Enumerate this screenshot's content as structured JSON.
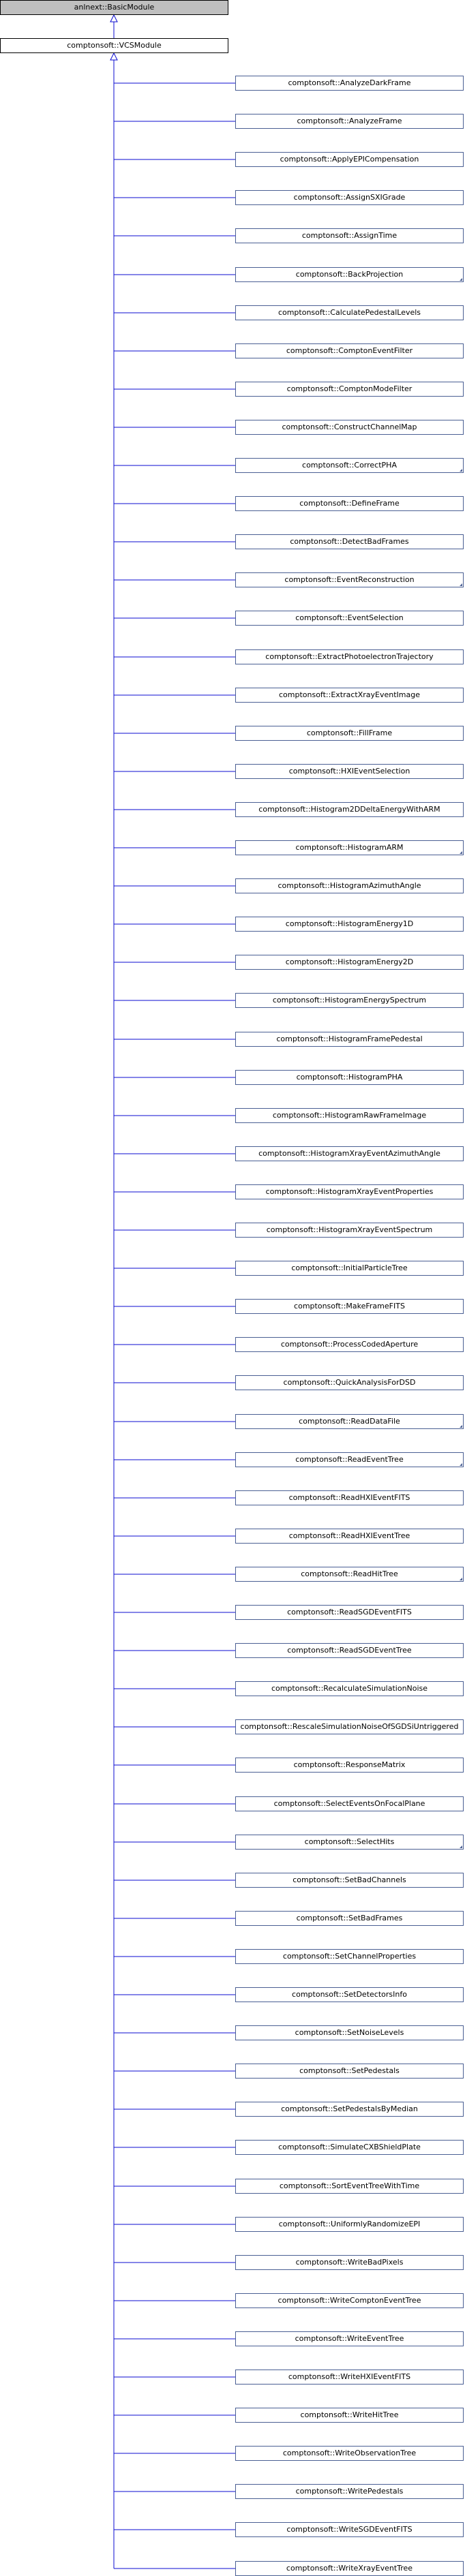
{
  "base_class": "anlnext::BasicModule",
  "class_name": "comptonsoft::VCSModule",
  "colors": {
    "edge": "#0b0bd0",
    "node_border": "#4a5f93",
    "base_fill": "#bfbfbf"
  },
  "children": [
    {
      "label": "comptonsoft::AnalyzeDarkFrame"
    },
    {
      "label": "comptonsoft::AnalyzeFrame"
    },
    {
      "label": "comptonsoft::ApplyEPICompensation"
    },
    {
      "label": "comptonsoft::AssignSXIGrade"
    },
    {
      "label": "comptonsoft::AssignTime"
    },
    {
      "label": "comptonsoft::BackProjection",
      "has_children": true
    },
    {
      "label": "comptonsoft::CalculatePedestalLevels"
    },
    {
      "label": "comptonsoft::ComptonEventFilter"
    },
    {
      "label": "comptonsoft::ComptonModeFilter"
    },
    {
      "label": "comptonsoft::ConstructChannelMap"
    },
    {
      "label": "comptonsoft::CorrectPHA",
      "has_children": true
    },
    {
      "label": "comptonsoft::DefineFrame"
    },
    {
      "label": "comptonsoft::DetectBadFrames"
    },
    {
      "label": "comptonsoft::EventReconstruction",
      "has_children": true
    },
    {
      "label": "comptonsoft::EventSelection"
    },
    {
      "label": "comptonsoft::ExtractPhotoelectronTrajectory"
    },
    {
      "label": "comptonsoft::ExtractXrayEventImage"
    },
    {
      "label": "comptonsoft::FillFrame"
    },
    {
      "label": "comptonsoft::HXIEventSelection"
    },
    {
      "label": "comptonsoft::Histogram2DDeltaEnergyWithARM"
    },
    {
      "label": "comptonsoft::HistogramARM",
      "has_children": true
    },
    {
      "label": "comptonsoft::HistogramAzimuthAngle"
    },
    {
      "label": "comptonsoft::HistogramEnergy1D"
    },
    {
      "label": "comptonsoft::HistogramEnergy2D"
    },
    {
      "label": "comptonsoft::HistogramEnergySpectrum"
    },
    {
      "label": "comptonsoft::HistogramFramePedestal"
    },
    {
      "label": "comptonsoft::HistogramPHA"
    },
    {
      "label": "comptonsoft::HistogramRawFrameImage"
    },
    {
      "label": "comptonsoft::HistogramXrayEventAzimuthAngle"
    },
    {
      "label": "comptonsoft::HistogramXrayEventProperties"
    },
    {
      "label": "comptonsoft::HistogramXrayEventSpectrum"
    },
    {
      "label": "comptonsoft::InitialParticleTree"
    },
    {
      "label": "comptonsoft::MakeFrameFITS"
    },
    {
      "label": "comptonsoft::ProcessCodedAperture"
    },
    {
      "label": "comptonsoft::QuickAnalysisForDSD"
    },
    {
      "label": "comptonsoft::ReadDataFile",
      "has_children": true
    },
    {
      "label": "comptonsoft::ReadEventTree",
      "has_children": true
    },
    {
      "label": "comptonsoft::ReadHXIEventFITS"
    },
    {
      "label": "comptonsoft::ReadHXIEventTree"
    },
    {
      "label": "comptonsoft::ReadHitTree",
      "has_children": true
    },
    {
      "label": "comptonsoft::ReadSGDEventFITS"
    },
    {
      "label": "comptonsoft::ReadSGDEventTree"
    },
    {
      "label": "comptonsoft::RecalculateSimulationNoise"
    },
    {
      "label": "comptonsoft::RescaleSimulationNoiseOfSGDSiUntriggered"
    },
    {
      "label": "comptonsoft::ResponseMatrix"
    },
    {
      "label": "comptonsoft::SelectEventsOnFocalPlane"
    },
    {
      "label": "comptonsoft::SelectHits",
      "has_children": true
    },
    {
      "label": "comptonsoft::SetBadChannels"
    },
    {
      "label": "comptonsoft::SetBadFrames"
    },
    {
      "label": "comptonsoft::SetChannelProperties"
    },
    {
      "label": "comptonsoft::SetDetectorsInfo"
    },
    {
      "label": "comptonsoft::SetNoiseLevels"
    },
    {
      "label": "comptonsoft::SetPedestals"
    },
    {
      "label": "comptonsoft::SetPedestalsByMedian"
    },
    {
      "label": "comptonsoft::SimulateCXBShieldPlate"
    },
    {
      "label": "comptonsoft::SortEventTreeWithTime"
    },
    {
      "label": "comptonsoft::UniformlyRandomizeEPI"
    },
    {
      "label": "comptonsoft::WriteBadPixels"
    },
    {
      "label": "comptonsoft::WriteComptonEventTree"
    },
    {
      "label": "comptonsoft::WriteEventTree"
    },
    {
      "label": "comptonsoft::WriteHXIEventFITS"
    },
    {
      "label": "comptonsoft::WriteHitTree"
    },
    {
      "label": "comptonsoft::WriteObservationTree"
    },
    {
      "label": "comptonsoft::WritePedestals"
    },
    {
      "label": "comptonsoft::WriteSGDEventFITS"
    },
    {
      "label": "comptonsoft::WriteXrayEventTree"
    }
  ]
}
